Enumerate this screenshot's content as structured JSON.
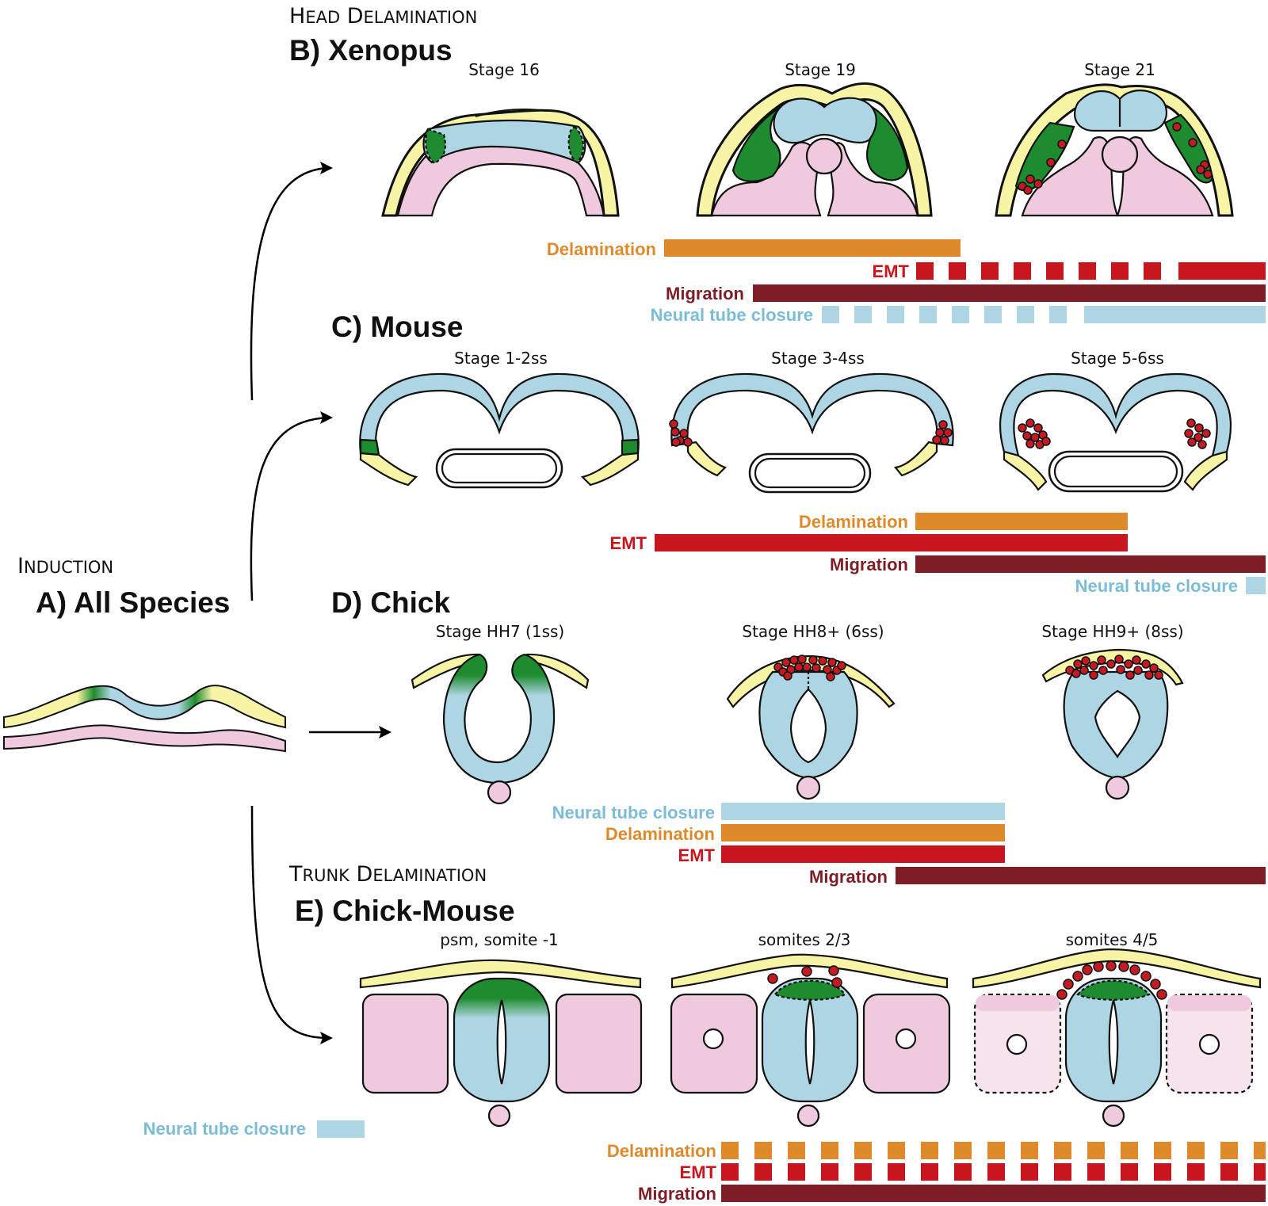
{
  "colors": {
    "neural_tube": "#add5e3",
    "ectoderm": "#f7f4a6",
    "mesoderm": "#efc9dd",
    "border": "#1e8b2e",
    "crest_cell": "#c41b22",
    "delamination": "#de8a2b",
    "emt": "#c8161f",
    "migration": "#7d1e27",
    "closure_label": "#7dbcd6"
  },
  "sections": {
    "head_header": "Head Delamination",
    "trunk_header": "Trunk Delamination",
    "induction_header": "Induction",
    "a": "A) All Species",
    "b": "B) Xenopus",
    "c": "C) Mouse",
    "d": "D) Chick",
    "e": "E) Chick-Mouse"
  },
  "xenopus": {
    "stages": [
      "Stage 16",
      "Stage 19",
      "Stage 21"
    ],
    "bars": {
      "delamination": "Delamination",
      "emt": "EMT",
      "migration": "Migration",
      "closure": "Neural tube closure"
    }
  },
  "mouse": {
    "stages": [
      "Stage 1-2ss",
      "Stage 3-4ss",
      "Stage 5-6ss"
    ],
    "bars": {
      "delamination": "Delamination",
      "emt": "EMT",
      "migration": "Migration",
      "closure": "Neural tube closure"
    }
  },
  "chick": {
    "stages": [
      "Stage HH7 (1ss)",
      "Stage HH8+ (6ss)",
      "Stage HH9+ (8ss)"
    ],
    "bars": {
      "closure": "Neural tube closure",
      "delamination": "Delamination",
      "emt": "EMT",
      "migration": "Migration"
    }
  },
  "trunk": {
    "stages": [
      "psm, somite -1",
      "somites 2/3",
      "somites 4/5"
    ],
    "closure": "Neural tube closure",
    "bars": {
      "delamination": "Delamination",
      "emt": "EMT",
      "migration": "Migration"
    }
  }
}
